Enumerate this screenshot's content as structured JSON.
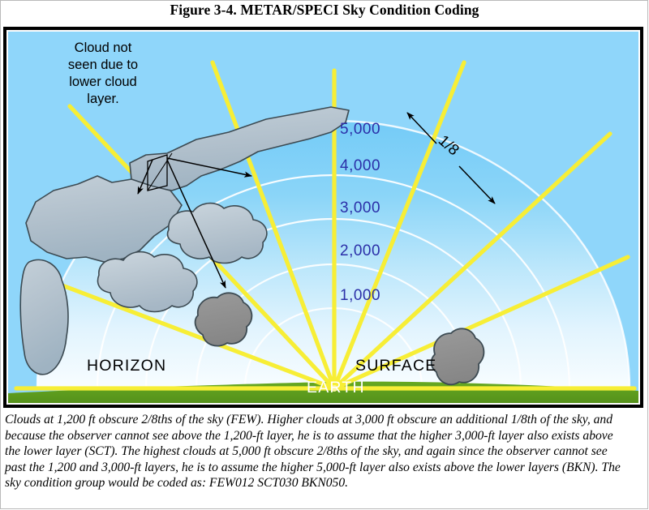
{
  "figure": {
    "title": "Figure 3-4. METAR/SPECI Sky Condition Coding"
  },
  "diagram": {
    "annotation_note": "Cloud not seen due to lower cloud layer.",
    "annotation_lines": [
      "Cloud not",
      "seen due to",
      "lower cloud",
      "layer."
    ],
    "horizon_label": "HORIZON",
    "surface_label": "SURFACE",
    "earth_label": "EARTH",
    "eighth_label": "1/8",
    "altitude_labels": [
      "5,000",
      "4,000",
      "3,000",
      "2,000",
      "1,000"
    ],
    "colors": {
      "sky_outer": "#8fd6fa",
      "sky_dome_top": "#7ccdf6",
      "sky_dome_bottom": "#f4fbff",
      "ray_yellow": "#f7ee36",
      "earth_green": "#5e9e1f",
      "cloud_light_fill": "#b6c4cf",
      "cloud_dark_fill": "#8e8e8e",
      "cloud_outline": "#3c4a52",
      "altitude_text": "#2b2fa8",
      "label_text": "#000000",
      "earth_text": "#ffffff",
      "frame": "#000000"
    }
  },
  "caption": {
    "text": "Clouds at 1,200 ft obscure 2/8ths of the sky (FEW). Higher clouds at 3,000 ft obscure an additional 1/8th of the sky, and because the observer cannot see above the 1,200-ft layer, he is to assume that the higher 3,000-ft layer also exists above the lower layer (SCT). The highest clouds at 5,000 ft obscure 2/8ths of the sky, and again since the observer cannot see past the 1,200 and 3,000-ft layers, he is to assume the higher 5,000-ft layer also exists above the lower layers (BKN). The sky condition group would be coded as: FEW012 SCT030 BKN050."
  }
}
